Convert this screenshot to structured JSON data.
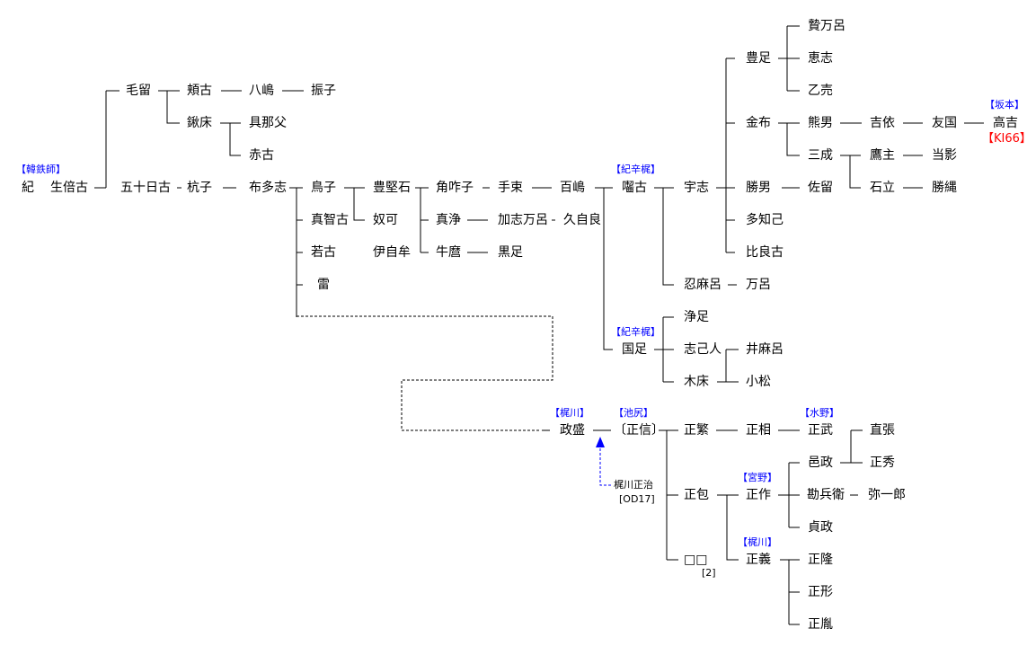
{
  "names": {
    "ki": "紀",
    "ikaiko": "生倍古",
    "mottome": "毛留",
    "isokako": "五十日古",
    "tsurako": "頬古",
    "yashima": "八嶋",
    "furiko": "振子",
    "sukitoko": "鍬床",
    "gunafu": "具那父",
    "akako": "赤古",
    "kuiko": "杭子",
    "futashi": "布多志",
    "toriko": "鳥子",
    "toyokataishi": "豊堅石",
    "tsunosaku": "角咋子",
    "tetsuka": "手束",
    "momoshima": "百嶋",
    "kamiko": "囓古",
    "ushi": "宇志",
    "katsuo": "勝男",
    "sakaru": "佐留",
    "ishitachi": "石立",
    "katsunawa": "勝縄",
    "machiko": "真智古",
    "nuka": "奴可",
    "majo": "真浄",
    "kashimaro": "加志万呂",
    "kujira": "久自良",
    "tachiki": "多知己",
    "wakako": "若古",
    "ijimu": "伊自牟",
    "gyumaro": "牛麿",
    "kurotari": "黒足",
    "hirako": "比良古",
    "ikazuchi": "雷",
    "oshimaro": "忍麻呂",
    "maro": "万呂",
    "jotari": "浄足",
    "kunitari": "国足",
    "shikohito": "志己人",
    "imaro": "井麻呂",
    "kitoko": "木床",
    "komatsu": "小松",
    "niemaro": "贄万呂",
    "toyotari": "豊足",
    "eshi": "恵志",
    "otome": "乙売",
    "kanefu": "金布",
    "kumao": "熊男",
    "yoshiyori": "吉依",
    "tomokuni": "友国",
    "takayoshi": "高吉",
    "mitsunari": "三成",
    "takanushi": "鷹主",
    "masakage": "当影",
    "masamori": "政盛",
    "masanobu": "〔正信〕",
    "masashige": "正繁",
    "masasuke": "正相",
    "masatake": "正武",
    "naoharu": "直張",
    "yumasa": "邑政",
    "masahide": "正秀",
    "masakane": "正包",
    "masanari": "正作",
    "kanbee": "勘兵衛",
    "yaichiro": "弥一郎",
    "sadamasa": "貞政",
    "unknown": "□□",
    "masayoshi": "正義",
    "masataka": "正隆",
    "masakata": "正形",
    "masatane": "正胤"
  },
  "labels": {
    "karakanuchi": "【韓鉄師】",
    "kinokaraka1": "【紀辛梶】",
    "kinokaraka2": "【紀辛梶】",
    "sakamoto": "【坂本】",
    "ki66": "【KI66】",
    "kajikawa1": "【梶川】",
    "ikejiri": "【池尻】",
    "mizuno": "【水野】",
    "miyano": "【宮野】",
    "kajikawa2": "【梶川】"
  },
  "notes": {
    "kajikawa_masaharu": "梶川正治",
    "od17": "[OD17]",
    "two": "[2]"
  },
  "colors": {
    "surname": "#0000ff",
    "code": "#ff0000",
    "line": "#000000",
    "arrow": "#0000ff"
  }
}
